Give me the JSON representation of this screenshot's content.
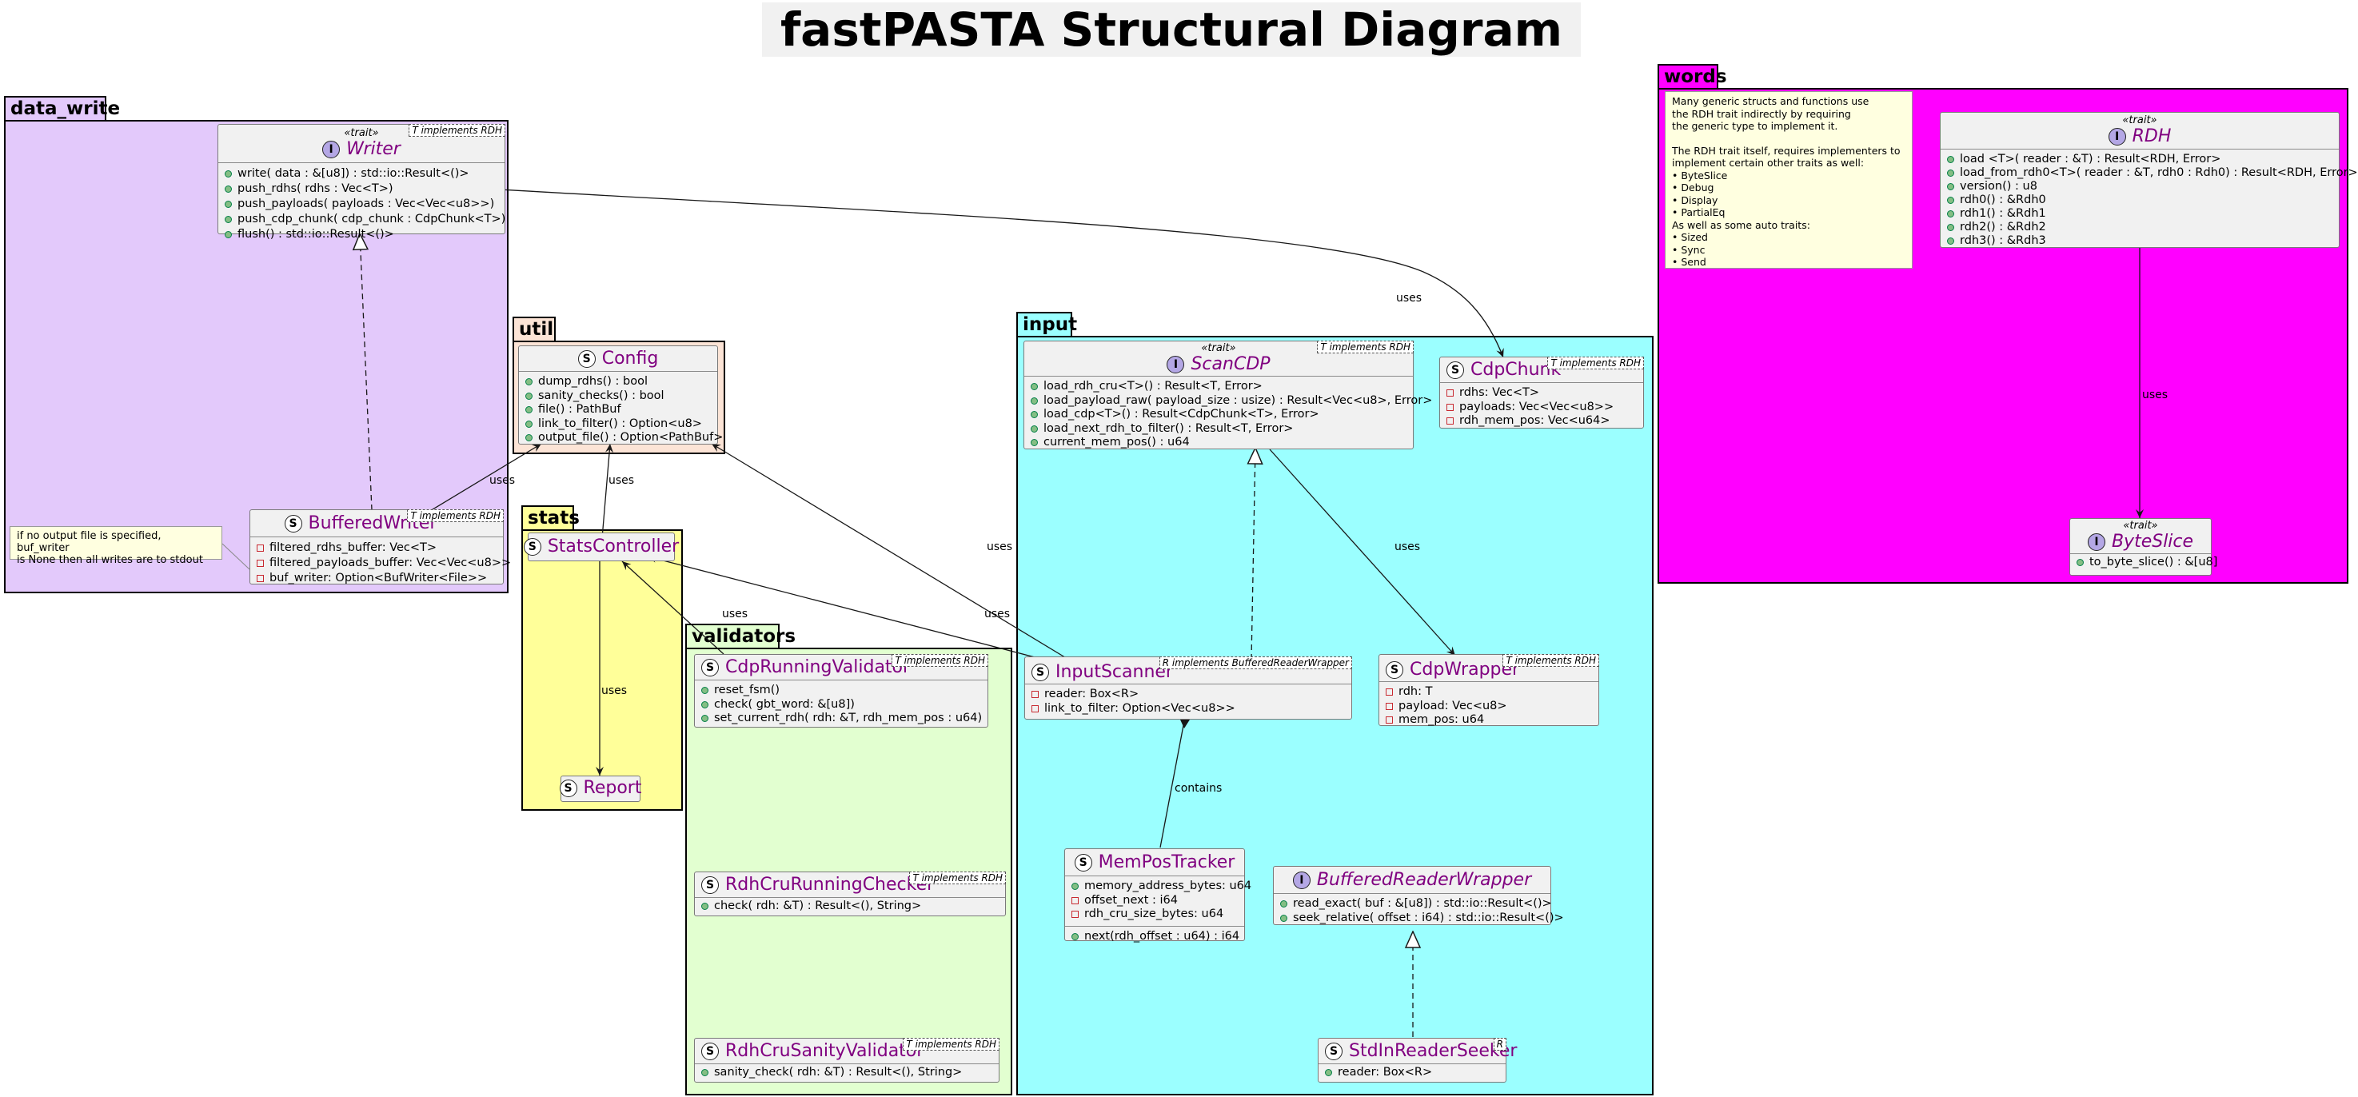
{
  "title": "fastPASTA Structural Diagram",
  "packages": {
    "data_write": "data_write",
    "util": "util",
    "stats": "stats",
    "validators": "validators",
    "input": "input",
    "words": "words"
  },
  "classes": {
    "writer": {
      "kind": "I",
      "stereotype": "«trait»",
      "name": "Writer",
      "generic": "T implements RDH",
      "methods": [
        "write( data : &[u8]) : std::io::Result<()>",
        "push_rdhs( rdhs : Vec<T>)",
        "push_payloads( payloads : Vec<Vec<u8>>)",
        "push_cdp_chunk( cdp_chunk : CdpChunk<T>)",
        "flush() : std::io::Result<()>"
      ]
    },
    "buffered_writer": {
      "kind": "S",
      "name": "BufferedWriter",
      "generic": "T implements RDH",
      "fields": [
        "filtered_rdhs_buffer: Vec<T>",
        "filtered_payloads_buffer: Vec<Vec<u8>>",
        "buf_writer: Option<BufWriter<File>>"
      ]
    },
    "config": {
      "kind": "S",
      "name": "Config",
      "methods": [
        "dump_rdhs() : bool",
        "sanity_checks() : bool",
        "file() : PathBuf",
        "link_to_filter() : Option<u8>",
        "output_file() : Option<PathBuf>"
      ]
    },
    "stats_controller": {
      "kind": "S",
      "name": "StatsController"
    },
    "report": {
      "kind": "S",
      "name": "Report"
    },
    "cdp_running_validator": {
      "kind": "S",
      "name": "CdpRunningValidator",
      "generic": "T implements RDH",
      "methods": [
        "reset_fsm()",
        "check( gbt_word: &[u8])",
        "set_current_rdh( rdh: &T, rdh_mem_pos : u64)"
      ]
    },
    "rdh_cru_running_checker": {
      "kind": "S",
      "name": "RdhCruRunningChecker",
      "generic": "T implements RDH",
      "methods": [
        "check( rdh: &T) : Result<(), String>"
      ]
    },
    "rdh_cru_sanity_validator": {
      "kind": "S",
      "name": "RdhCruSanityValidator",
      "generic": "T implements RDH",
      "methods": [
        "sanity_check( rdh: &T) : Result<(), String>"
      ]
    },
    "scan_cdp": {
      "kind": "I",
      "stereotype": "«trait»",
      "name": "ScanCDP",
      "generic": "T implements RDH",
      "methods": [
        "load_rdh_cru<T>() : Result<T, Error>",
        "load_payload_raw( payload_size : usize) : Result<Vec<u8>, Error>",
        "load_cdp<T>() : Result<CdpChunk<T>, Error>",
        "load_next_rdh_to_filter() : Result<T, Error>",
        "current_mem_pos() : u64"
      ]
    },
    "cdp_chunk": {
      "kind": "S",
      "name": "CdpChunk",
      "generic": "T implements RDH",
      "fields": [
        "rdhs: Vec<T>",
        "payloads: Vec<Vec<u8>>",
        "rdh_mem_pos: Vec<u64>"
      ]
    },
    "input_scanner": {
      "kind": "S",
      "name": "InputScanner",
      "generic": "R implements BufferedReaderWrapper",
      "fields": [
        "reader: Box<R>",
        "link_to_filter: Option<Vec<u8>>"
      ]
    },
    "cdp_wrapper": {
      "kind": "S",
      "name": "CdpWrapper",
      "generic": "T implements RDH",
      "fields": [
        "rdh: T",
        "payload: Vec<u8>",
        "mem_pos: u64"
      ]
    },
    "mem_pos_tracker": {
      "kind": "S",
      "name": "MemPosTracker",
      "fields": [
        "memory_address_bytes: u64",
        "offset_next : i64",
        "rdh_cru_size_bytes: u64"
      ],
      "methods": [
        "next(rdh_offset : u64) : i64"
      ]
    },
    "buffered_reader_wrapper": {
      "kind": "I",
      "name": "BufferedReaderWrapper",
      "methods": [
        "read_exact( buf : &[u8]) : std::io::Result<()>",
        "seek_relative( offset : i64) : std::io::Result<()>"
      ]
    },
    "stdin_reader_seeker": {
      "kind": "S",
      "name": "StdInReaderSeeker",
      "generic": "R",
      "fields": [
        "reader: Box<R>"
      ]
    },
    "rdh": {
      "kind": "I",
      "stereotype": "«trait»",
      "name": "RDH",
      "methods": [
        "load <T>( reader : &T) : Result<RDH, Error>",
        "load_from_rdh0<T>( reader : &T, rdh0 : Rdh0) : Result<RDH, Error>",
        "version() : u8",
        "rdh0() : &Rdh0",
        "rdh1() : &Rdh1",
        "rdh2() : &Rdh2",
        "rdh3() : &Rdh3"
      ]
    },
    "byte_slice": {
      "kind": "I",
      "stereotype": "«trait»",
      "name": "ByteSlice",
      "methods": [
        "to_byte_slice() : &[u8]"
      ]
    }
  },
  "notes": {
    "writer_note": [
      "if no output file is specified, buf_writer",
      "is None then all writes are to stdout"
    ],
    "words_note": [
      "Many generic structs and functions use",
      "the RDH trait indirectly by requiring",
      "the generic type to implement it.",
      "",
      "The RDH trait itself, requires implementers to",
      "implement certain other traits as well:",
      "• ByteSlice",
      "• Debug",
      "• Display",
      "• PartialEq",
      "As well as some auto traits:",
      "• Sized",
      "• Sync",
      "• Send"
    ]
  },
  "edge_labels": {
    "uses": "uses",
    "contains": "contains"
  },
  "colors": {
    "data_write": "#e3c9fb",
    "util": "#fce4d6",
    "stats": "#ffff99",
    "validators": "#e2ffd0",
    "input": "#9bffff",
    "words": "#ff00ff",
    "class_name": "#800080",
    "class_bg": "#f1f1f1",
    "note_bg": "#ffffe0"
  }
}
